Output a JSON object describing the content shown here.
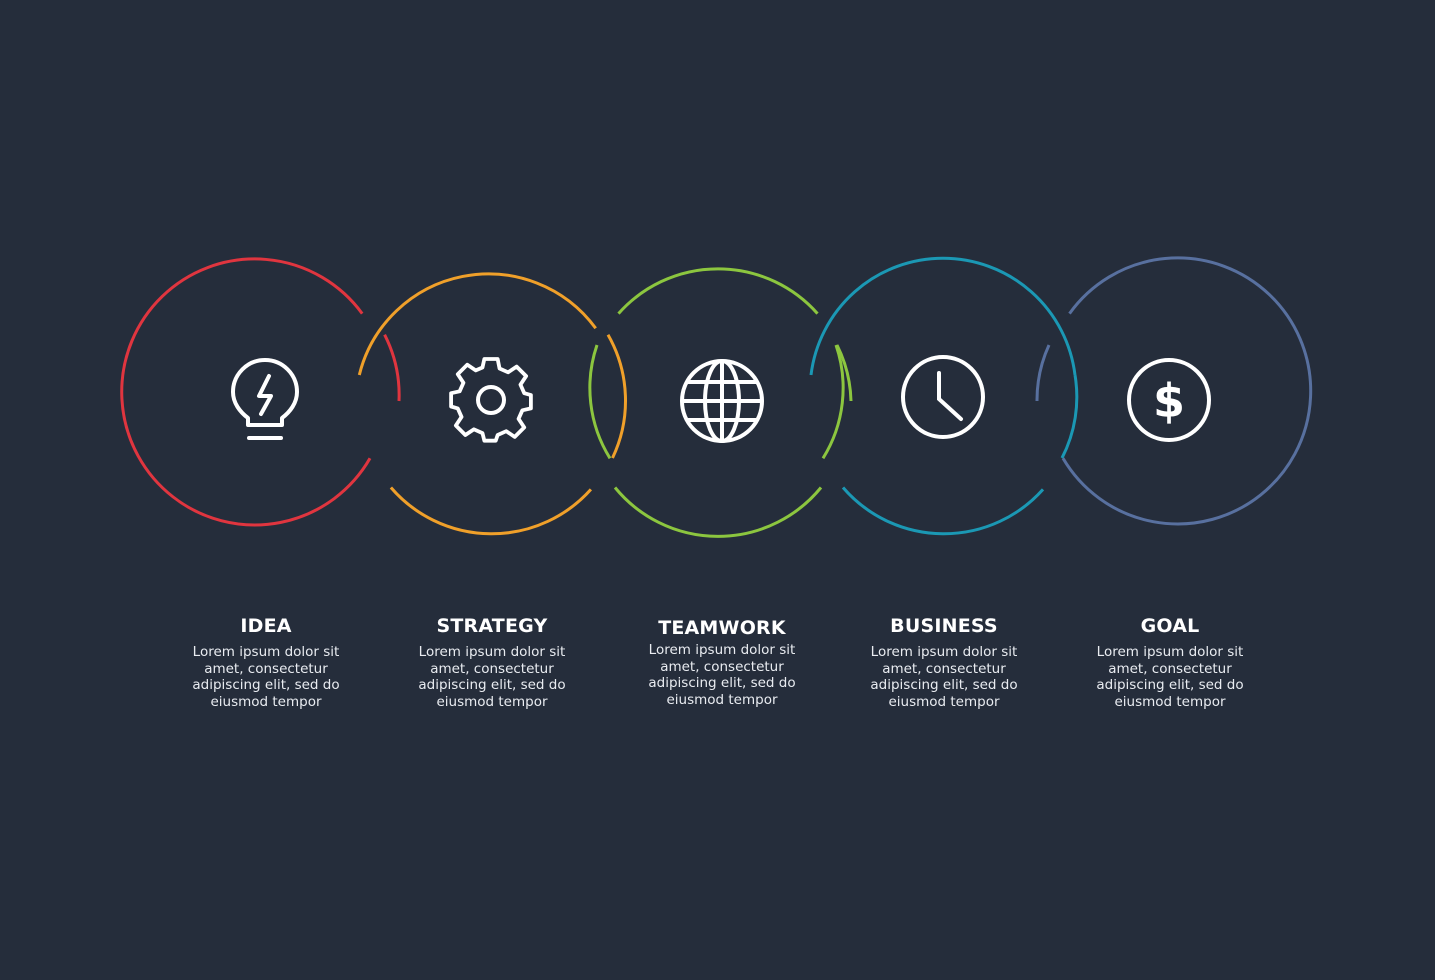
{
  "steps": [
    {
      "title": "IDEA",
      "description": "Lorem ipsum dolor sit amet, consectetur adipiscing elit, sed do eiusmod tempor",
      "color": "#e0353f",
      "icon": "lightbulb-icon"
    },
    {
      "title": "STRATEGY",
      "description": "Lorem ipsum dolor sit amet, consectetur adipiscing elit, sed do eiusmod tempor",
      "color": "#f0a02a",
      "icon": "gear-icon"
    },
    {
      "title": "TEAMWORK",
      "description": "Lorem ipsum dolor sit amet, consectetur adipiscing elit, sed do eiusmod tempor",
      "color": "#8cc63f",
      "icon": "globe-icon"
    },
    {
      "title": "BUSINESS",
      "description": "Lorem ipsum dolor sit amet, consectetur adipiscing elit, sed do eiusmod tempor",
      "color": "#1b98b4",
      "icon": "clock-icon"
    },
    {
      "title": "GOAL",
      "description": "Lorem ipsum dolor sit amet, consectetur adipiscing elit, sed do eiusmod tempor",
      "color": "#58709f",
      "icon": "dollar-icon"
    }
  ],
  "background_color": "#252d3b",
  "icon_color": "#ffffff"
}
